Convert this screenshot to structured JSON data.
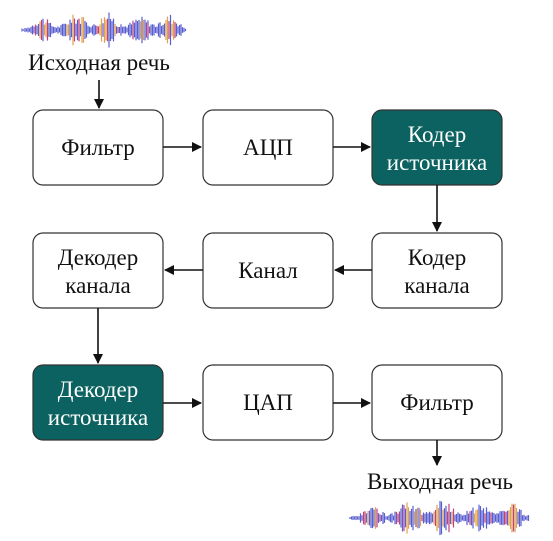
{
  "input_label": "Исходная речь",
  "output_label": "Выходная речь",
  "blocks": {
    "filter_in": [
      "Фильтр"
    ],
    "adc": [
      "АЦП"
    ],
    "source_encoder": [
      "Кодер",
      "источника"
    ],
    "channel_encoder": [
      "Кодер",
      "канала"
    ],
    "channel": [
      "Канал"
    ],
    "channel_decoder": [
      "Декодер",
      "канала"
    ],
    "source_decoder": [
      "Декодер",
      "источника"
    ],
    "dac": [
      "ЦАП"
    ],
    "filter_out": [
      "Фильтр"
    ]
  },
  "colors": {
    "highlight_block": "#0b6260",
    "waveform_blue": "#5a5fd0",
    "waveform_orange": "#e0a050",
    "waveform_magenta": "#c0407a"
  },
  "icons": {
    "input_waveform": "speech-waveform-icon",
    "output_waveform": "speech-waveform-icon"
  }
}
